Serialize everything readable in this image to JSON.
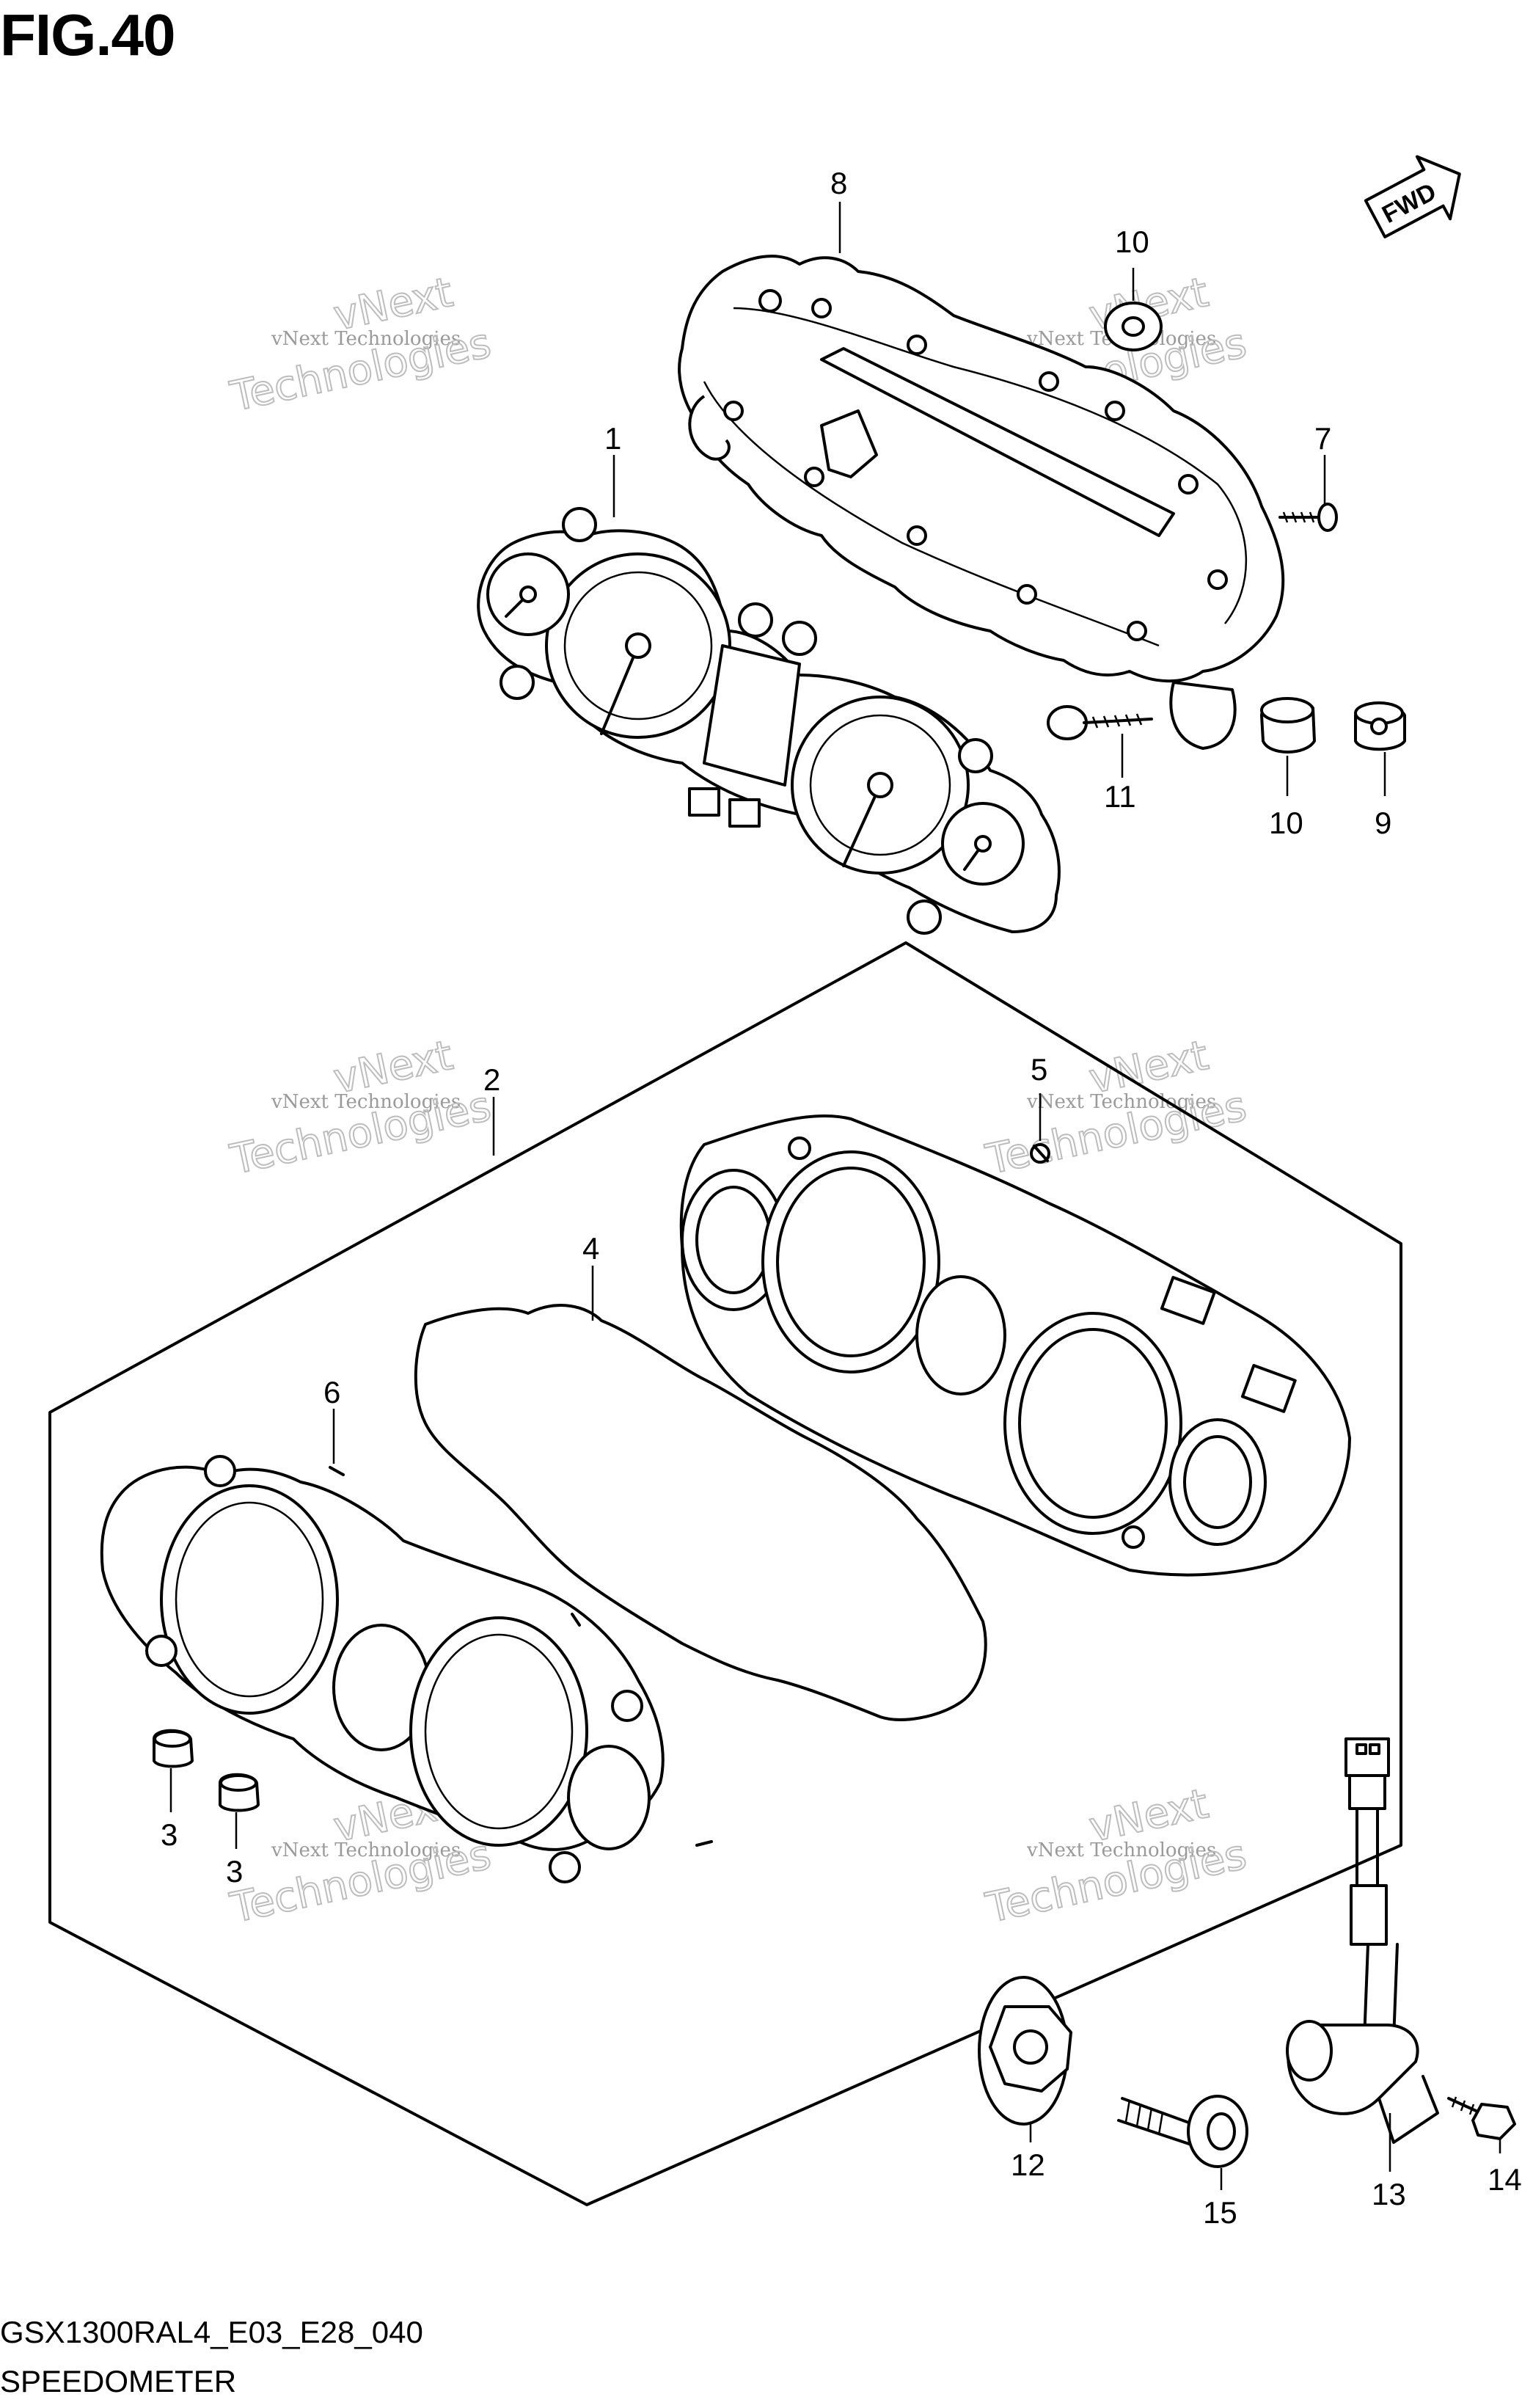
{
  "figure": {
    "title": "FIG.40",
    "code": "GSX1300RAL4_E03_E28_040",
    "name": "SPEEDOMETER"
  },
  "fwd_label": "FWD",
  "watermark": {
    "line1": "vNext Technologies",
    "line2": "vNext",
    "line3": "Technologies"
  },
  "callouts": [
    {
      "id": "c1",
      "label": "1"
    },
    {
      "id": "c2",
      "label": "2"
    },
    {
      "id": "c3a",
      "label": "3"
    },
    {
      "id": "c3b",
      "label": "3"
    },
    {
      "id": "c4",
      "label": "4"
    },
    {
      "id": "c5",
      "label": "5"
    },
    {
      "id": "c6",
      "label": "6"
    },
    {
      "id": "c7",
      "label": "7"
    },
    {
      "id": "c8",
      "label": "8"
    },
    {
      "id": "c9",
      "label": "9"
    },
    {
      "id": "c10a",
      "label": "10"
    },
    {
      "id": "c10b",
      "label": "10"
    },
    {
      "id": "c11",
      "label": "11"
    },
    {
      "id": "c12",
      "label": "12"
    },
    {
      "id": "c13",
      "label": "13"
    },
    {
      "id": "c14",
      "label": "14"
    },
    {
      "id": "c15",
      "label": "15"
    }
  ]
}
